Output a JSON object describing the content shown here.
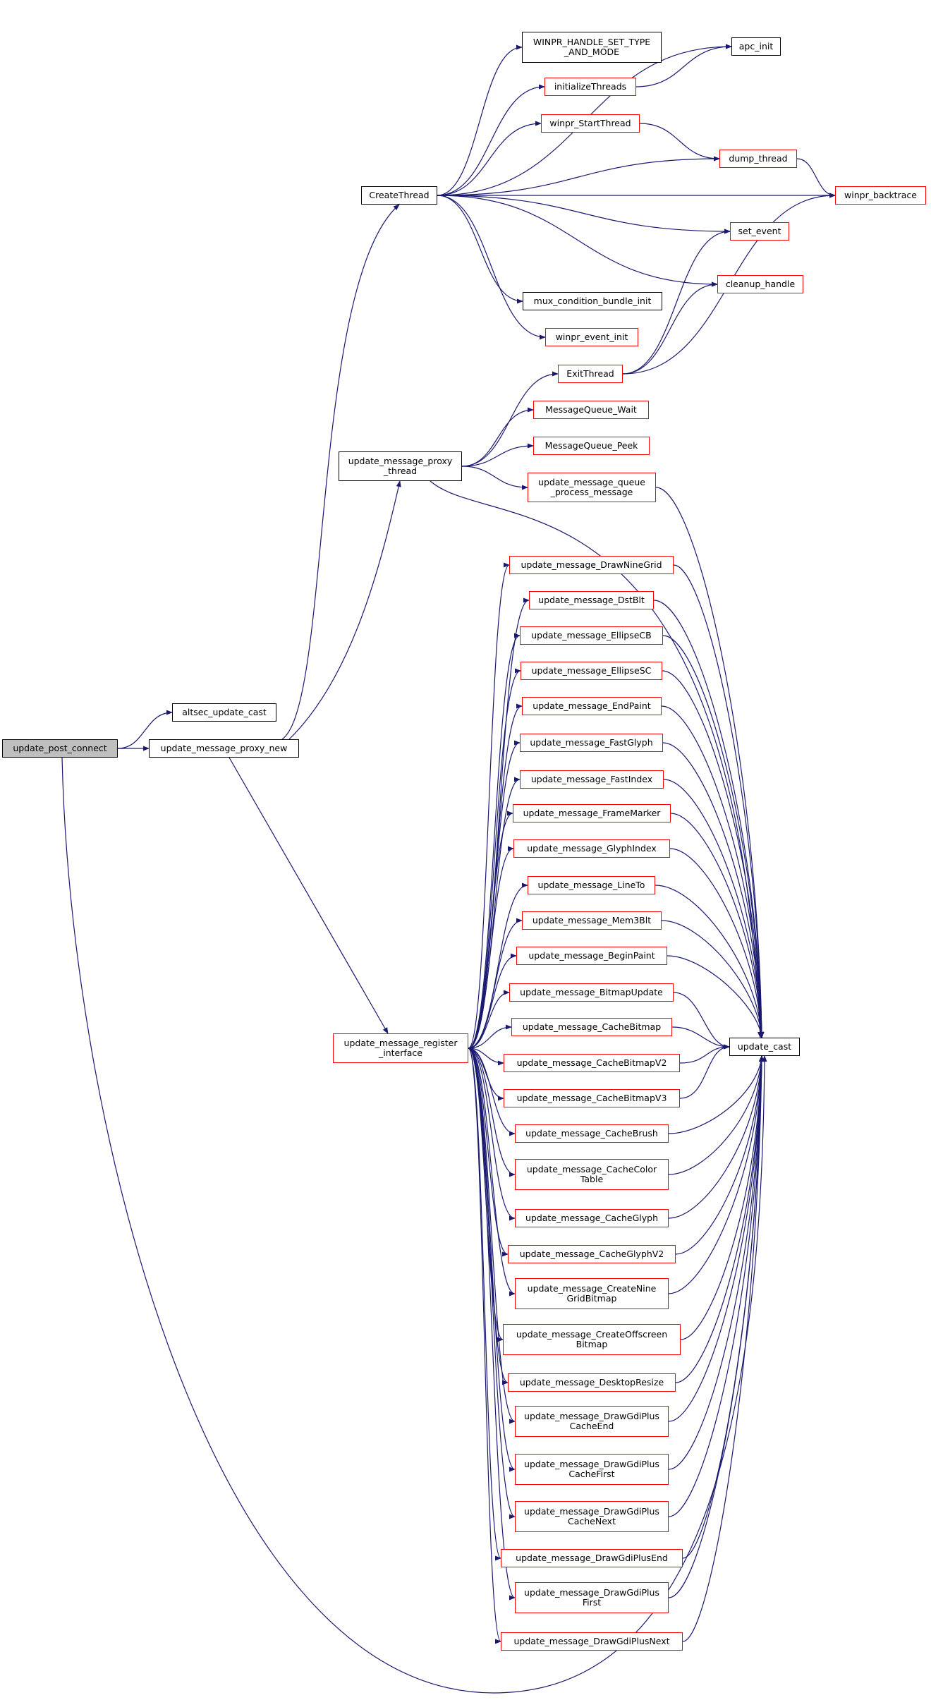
{
  "graph": {
    "nodes": [
      {
        "id": "update_post_connect",
        "label": "update_post_connect",
        "style": "root"
      },
      {
        "id": "altsec_update_cast",
        "label": "altsec_update_cast",
        "style": "black"
      },
      {
        "id": "update_message_proxy_new",
        "label": "update_message_proxy_new",
        "style": "black"
      },
      {
        "id": "CreateThread",
        "label": "CreateThread",
        "style": "black"
      },
      {
        "id": "update_message_proxy_thread",
        "label": "update_message_proxy\n_thread",
        "style": "black"
      },
      {
        "id": "update_message_register_interface",
        "label": "update_message_register\n_interface",
        "style": "red"
      },
      {
        "id": "WINPR_HANDLE_SET_TYPE_AND_MODE",
        "label": "WINPR_HANDLE_SET_TYPE\n_AND_MODE",
        "style": "black"
      },
      {
        "id": "initializeThreads",
        "label": "initializeThreads",
        "style": "red"
      },
      {
        "id": "winpr_StartThread",
        "label": "winpr_StartThread",
        "style": "red"
      },
      {
        "id": "mux_condition_bundle_init",
        "label": "mux_condition_bundle_init",
        "style": "black"
      },
      {
        "id": "winpr_event_init",
        "label": "winpr_event_init",
        "style": "red"
      },
      {
        "id": "ExitThread",
        "label": "ExitThread",
        "style": "red"
      },
      {
        "id": "MessageQueue_Wait",
        "label": "MessageQueue_Wait",
        "style": "red"
      },
      {
        "id": "MessageQueue_Peek",
        "label": "MessageQueue_Peek",
        "style": "red"
      },
      {
        "id": "update_message_queue_process_message",
        "label": "update_message_queue\n_process_message",
        "style": "red"
      },
      {
        "id": "apc_init",
        "label": "apc_init",
        "style": "black"
      },
      {
        "id": "dump_thread",
        "label": "dump_thread",
        "style": "red"
      },
      {
        "id": "winpr_backtrace",
        "label": "winpr_backtrace",
        "style": "red"
      },
      {
        "id": "set_event",
        "label": "set_event",
        "style": "red"
      },
      {
        "id": "cleanup_handle",
        "label": "cleanup_handle",
        "style": "red"
      },
      {
        "id": "update_cast",
        "label": "update_cast",
        "style": "black"
      },
      {
        "id": "DrawNineGrid",
        "label": "update_message_DrawNineGrid",
        "style": "red"
      },
      {
        "id": "DstBlt",
        "label": "update_message_DstBlt",
        "style": "red"
      },
      {
        "id": "EllipseCB",
        "label": "update_message_EllipseCB",
        "style": "red"
      },
      {
        "id": "EllipseSC",
        "label": "update_message_EllipseSC",
        "style": "red"
      },
      {
        "id": "EndPaint",
        "label": "update_message_EndPaint",
        "style": "red"
      },
      {
        "id": "FastGlyph",
        "label": "update_message_FastGlyph",
        "style": "red"
      },
      {
        "id": "FastIndex",
        "label": "update_message_FastIndex",
        "style": "red"
      },
      {
        "id": "FrameMarker",
        "label": "update_message_FrameMarker",
        "style": "red"
      },
      {
        "id": "GlyphIndex",
        "label": "update_message_GlyphIndex",
        "style": "red"
      },
      {
        "id": "LineTo",
        "label": "update_message_LineTo",
        "style": "red"
      },
      {
        "id": "Mem3Blt",
        "label": "update_message_Mem3Blt",
        "style": "red"
      },
      {
        "id": "BeginPaint",
        "label": "update_message_BeginPaint",
        "style": "red"
      },
      {
        "id": "BitmapUpdate",
        "label": "update_message_BitmapUpdate",
        "style": "red"
      },
      {
        "id": "CacheBitmap",
        "label": "update_message_CacheBitmap",
        "style": "red"
      },
      {
        "id": "CacheBitmapV2",
        "label": "update_message_CacheBitmapV2",
        "style": "red"
      },
      {
        "id": "CacheBitmapV3",
        "label": "update_message_CacheBitmapV3",
        "style": "red"
      },
      {
        "id": "CacheBrush",
        "label": "update_message_CacheBrush",
        "style": "red"
      },
      {
        "id": "CacheColorTable",
        "label": "update_message_CacheColor\nTable",
        "style": "red"
      },
      {
        "id": "CacheGlyph",
        "label": "update_message_CacheGlyph",
        "style": "red"
      },
      {
        "id": "CacheGlyphV2",
        "label": "update_message_CacheGlyphV2",
        "style": "red"
      },
      {
        "id": "CreateNineGridBitmap",
        "label": "update_message_CreateNine\nGridBitmap",
        "style": "red"
      },
      {
        "id": "CreateOffscreenBitmap",
        "label": "update_message_CreateOffscreen\nBitmap",
        "style": "red"
      },
      {
        "id": "DesktopResize",
        "label": "update_message_DesktopResize",
        "style": "red"
      },
      {
        "id": "DrawGdiPlusCacheEnd",
        "label": "update_message_DrawGdiPlus\nCacheEnd",
        "style": "red"
      },
      {
        "id": "DrawGdiPlusCacheFirst",
        "label": "update_message_DrawGdiPlus\nCacheFirst",
        "style": "red"
      },
      {
        "id": "DrawGdiPlusCacheNext",
        "label": "update_message_DrawGdiPlus\nCacheNext",
        "style": "red"
      },
      {
        "id": "DrawGdiPlusEnd",
        "label": "update_message_DrawGdiPlusEnd",
        "style": "red"
      },
      {
        "id": "DrawGdiPlusFirst",
        "label": "update_message_DrawGdiPlus\nFirst",
        "style": "red"
      },
      {
        "id": "DrawGdiPlusNext",
        "label": "update_message_DrawGdiPlusNext",
        "style": "red"
      }
    ],
    "edges": [
      [
        "update_post_connect",
        "altsec_update_cast"
      ],
      [
        "update_post_connect",
        "update_message_proxy_new"
      ],
      [
        "update_post_connect",
        "update_cast"
      ],
      [
        "update_message_proxy_new",
        "CreateThread"
      ],
      [
        "update_message_proxy_new",
        "update_message_proxy_thread"
      ],
      [
        "update_message_proxy_new",
        "update_message_register_interface"
      ],
      [
        "CreateThread",
        "apc_init"
      ],
      [
        "CreateThread",
        "WINPR_HANDLE_SET_TYPE_AND_MODE"
      ],
      [
        "CreateThread",
        "initializeThreads"
      ],
      [
        "CreateThread",
        "winpr_StartThread"
      ],
      [
        "CreateThread",
        "dump_thread"
      ],
      [
        "CreateThread",
        "winpr_backtrace"
      ],
      [
        "CreateThread",
        "set_event"
      ],
      [
        "CreateThread",
        "cleanup_handle"
      ],
      [
        "CreateThread",
        "mux_condition_bundle_init"
      ],
      [
        "CreateThread",
        "winpr_event_init"
      ],
      [
        "initializeThreads",
        "apc_init"
      ],
      [
        "winpr_StartThread",
        "dump_thread"
      ],
      [
        "dump_thread",
        "winpr_backtrace"
      ],
      [
        "ExitThread",
        "set_event"
      ],
      [
        "ExitThread",
        "cleanup_handle"
      ],
      [
        "ExitThread",
        "winpr_backtrace"
      ],
      [
        "update_message_proxy_thread",
        "ExitThread"
      ],
      [
        "update_message_proxy_thread",
        "MessageQueue_Wait"
      ],
      [
        "update_message_proxy_thread",
        "MessageQueue_Peek"
      ],
      [
        "update_message_proxy_thread",
        "update_message_queue_process_message"
      ],
      [
        "update_message_proxy_thread",
        "update_cast"
      ],
      [
        "update_message_queue_process_message",
        "update_cast"
      ],
      [
        "update_message_register_interface",
        "DrawNineGrid"
      ],
      [
        "update_message_register_interface",
        "DstBlt"
      ],
      [
        "update_message_register_interface",
        "EllipseCB"
      ],
      [
        "update_message_register_interface",
        "EllipseSC"
      ],
      [
        "update_message_register_interface",
        "EndPaint"
      ],
      [
        "update_message_register_interface",
        "FastGlyph"
      ],
      [
        "update_message_register_interface",
        "FastIndex"
      ],
      [
        "update_message_register_interface",
        "FrameMarker"
      ],
      [
        "update_message_register_interface",
        "GlyphIndex"
      ],
      [
        "update_message_register_interface",
        "LineTo"
      ],
      [
        "update_message_register_interface",
        "Mem3Blt"
      ],
      [
        "update_message_register_interface",
        "BeginPaint"
      ],
      [
        "update_message_register_interface",
        "BitmapUpdate"
      ],
      [
        "update_message_register_interface",
        "CacheBitmap"
      ],
      [
        "update_message_register_interface",
        "CacheBitmapV2"
      ],
      [
        "update_message_register_interface",
        "CacheBitmapV3"
      ],
      [
        "update_message_register_interface",
        "CacheBrush"
      ],
      [
        "update_message_register_interface",
        "CacheColorTable"
      ],
      [
        "update_message_register_interface",
        "CacheGlyph"
      ],
      [
        "update_message_register_interface",
        "CacheGlyphV2"
      ],
      [
        "update_message_register_interface",
        "CreateNineGridBitmap"
      ],
      [
        "update_message_register_interface",
        "CreateOffscreenBitmap"
      ],
      [
        "update_message_register_interface",
        "DesktopResize"
      ],
      [
        "update_message_register_interface",
        "DrawGdiPlusCacheEnd"
      ],
      [
        "update_message_register_interface",
        "DrawGdiPlusCacheFirst"
      ],
      [
        "update_message_register_interface",
        "DrawGdiPlusCacheNext"
      ],
      [
        "update_message_register_interface",
        "DrawGdiPlusEnd"
      ],
      [
        "update_message_register_interface",
        "DrawGdiPlusFirst"
      ],
      [
        "update_message_register_interface",
        "DrawGdiPlusNext"
      ],
      [
        "DrawNineGrid",
        "update_cast"
      ],
      [
        "DstBlt",
        "update_cast"
      ],
      [
        "EllipseCB",
        "update_cast"
      ],
      [
        "EllipseSC",
        "update_cast"
      ],
      [
        "EndPaint",
        "update_cast"
      ],
      [
        "FastGlyph",
        "update_cast"
      ],
      [
        "FastIndex",
        "update_cast"
      ],
      [
        "FrameMarker",
        "update_cast"
      ],
      [
        "GlyphIndex",
        "update_cast"
      ],
      [
        "LineTo",
        "update_cast"
      ],
      [
        "Mem3Blt",
        "update_cast"
      ],
      [
        "BeginPaint",
        "update_cast"
      ],
      [
        "BitmapUpdate",
        "update_cast"
      ],
      [
        "CacheBitmap",
        "update_cast"
      ],
      [
        "CacheBitmapV2",
        "update_cast"
      ],
      [
        "CacheBitmapV3",
        "update_cast"
      ],
      [
        "CacheBrush",
        "update_cast"
      ],
      [
        "CacheColorTable",
        "update_cast"
      ],
      [
        "CacheGlyph",
        "update_cast"
      ],
      [
        "CacheGlyphV2",
        "update_cast"
      ],
      [
        "CreateNineGridBitmap",
        "update_cast"
      ],
      [
        "CreateOffscreenBitmap",
        "update_cast"
      ],
      [
        "DesktopResize",
        "update_cast"
      ],
      [
        "DrawGdiPlusCacheEnd",
        "update_cast"
      ],
      [
        "DrawGdiPlusCacheFirst",
        "update_cast"
      ],
      [
        "DrawGdiPlusCacheNext",
        "update_cast"
      ],
      [
        "DrawGdiPlusEnd",
        "update_cast"
      ],
      [
        "DrawGdiPlusFirst",
        "update_cast"
      ],
      [
        "DrawGdiPlusNext",
        "update_cast"
      ]
    ],
    "colors": {
      "edge": "#191970",
      "node_border": "#000000",
      "node_border_undocumented": "#ff0000",
      "root_fill": "#bfbfbf"
    }
  }
}
